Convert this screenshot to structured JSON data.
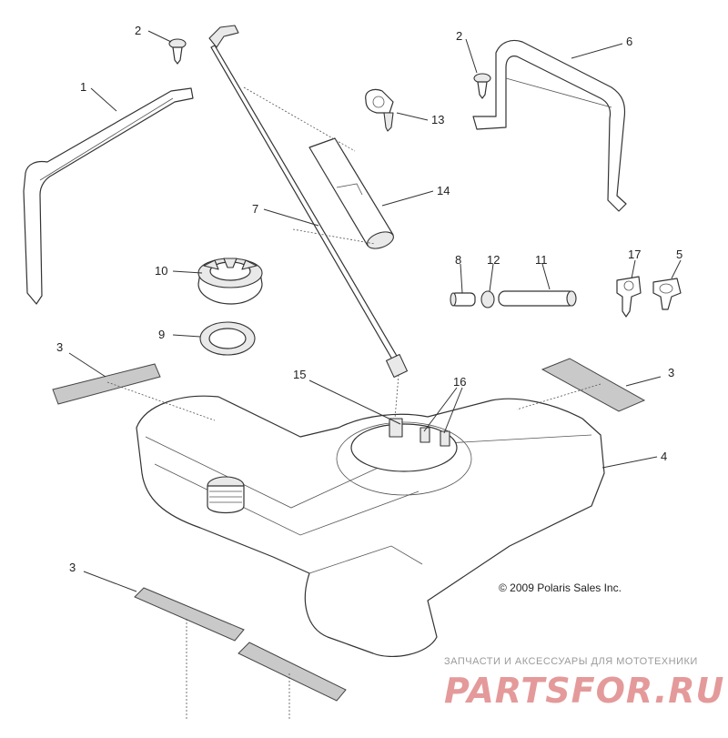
{
  "parts": [
    {
      "id": "1",
      "name": "strap-left"
    },
    {
      "id": "2",
      "name": "screw-top-left"
    },
    {
      "id": "2",
      "name": "screw-top-right"
    },
    {
      "id": "3",
      "name": "pad-upper-left"
    },
    {
      "id": "3",
      "name": "pad-upper-right"
    },
    {
      "id": "3",
      "name": "pad-lower"
    },
    {
      "id": "4",
      "name": "fuel-tank"
    },
    {
      "id": "5",
      "name": "clamp-right"
    },
    {
      "id": "6",
      "name": "strap-right"
    },
    {
      "id": "7",
      "name": "vent-line"
    },
    {
      "id": "8",
      "name": "fitting"
    },
    {
      "id": "9",
      "name": "gasket"
    },
    {
      "id": "10",
      "name": "fuel-cap"
    },
    {
      "id": "11",
      "name": "hose"
    },
    {
      "id": "12",
      "name": "small-clamp"
    },
    {
      "id": "13",
      "name": "clip"
    },
    {
      "id": "14",
      "name": "sleeve"
    },
    {
      "id": "15",
      "name": "fuel-pump"
    },
    {
      "id": "16",
      "name": "pump-fittings"
    },
    {
      "id": "17",
      "name": "clip-right"
    }
  ],
  "copyright": "© 2009 Polaris Sales Inc.",
  "watermark": {
    "tagline": "ЗАПЧАСТИ И АКСЕССУАРЫ ДЛЯ МОТОТЕХНИКИ",
    "site": "PARTSFOR.RU"
  }
}
